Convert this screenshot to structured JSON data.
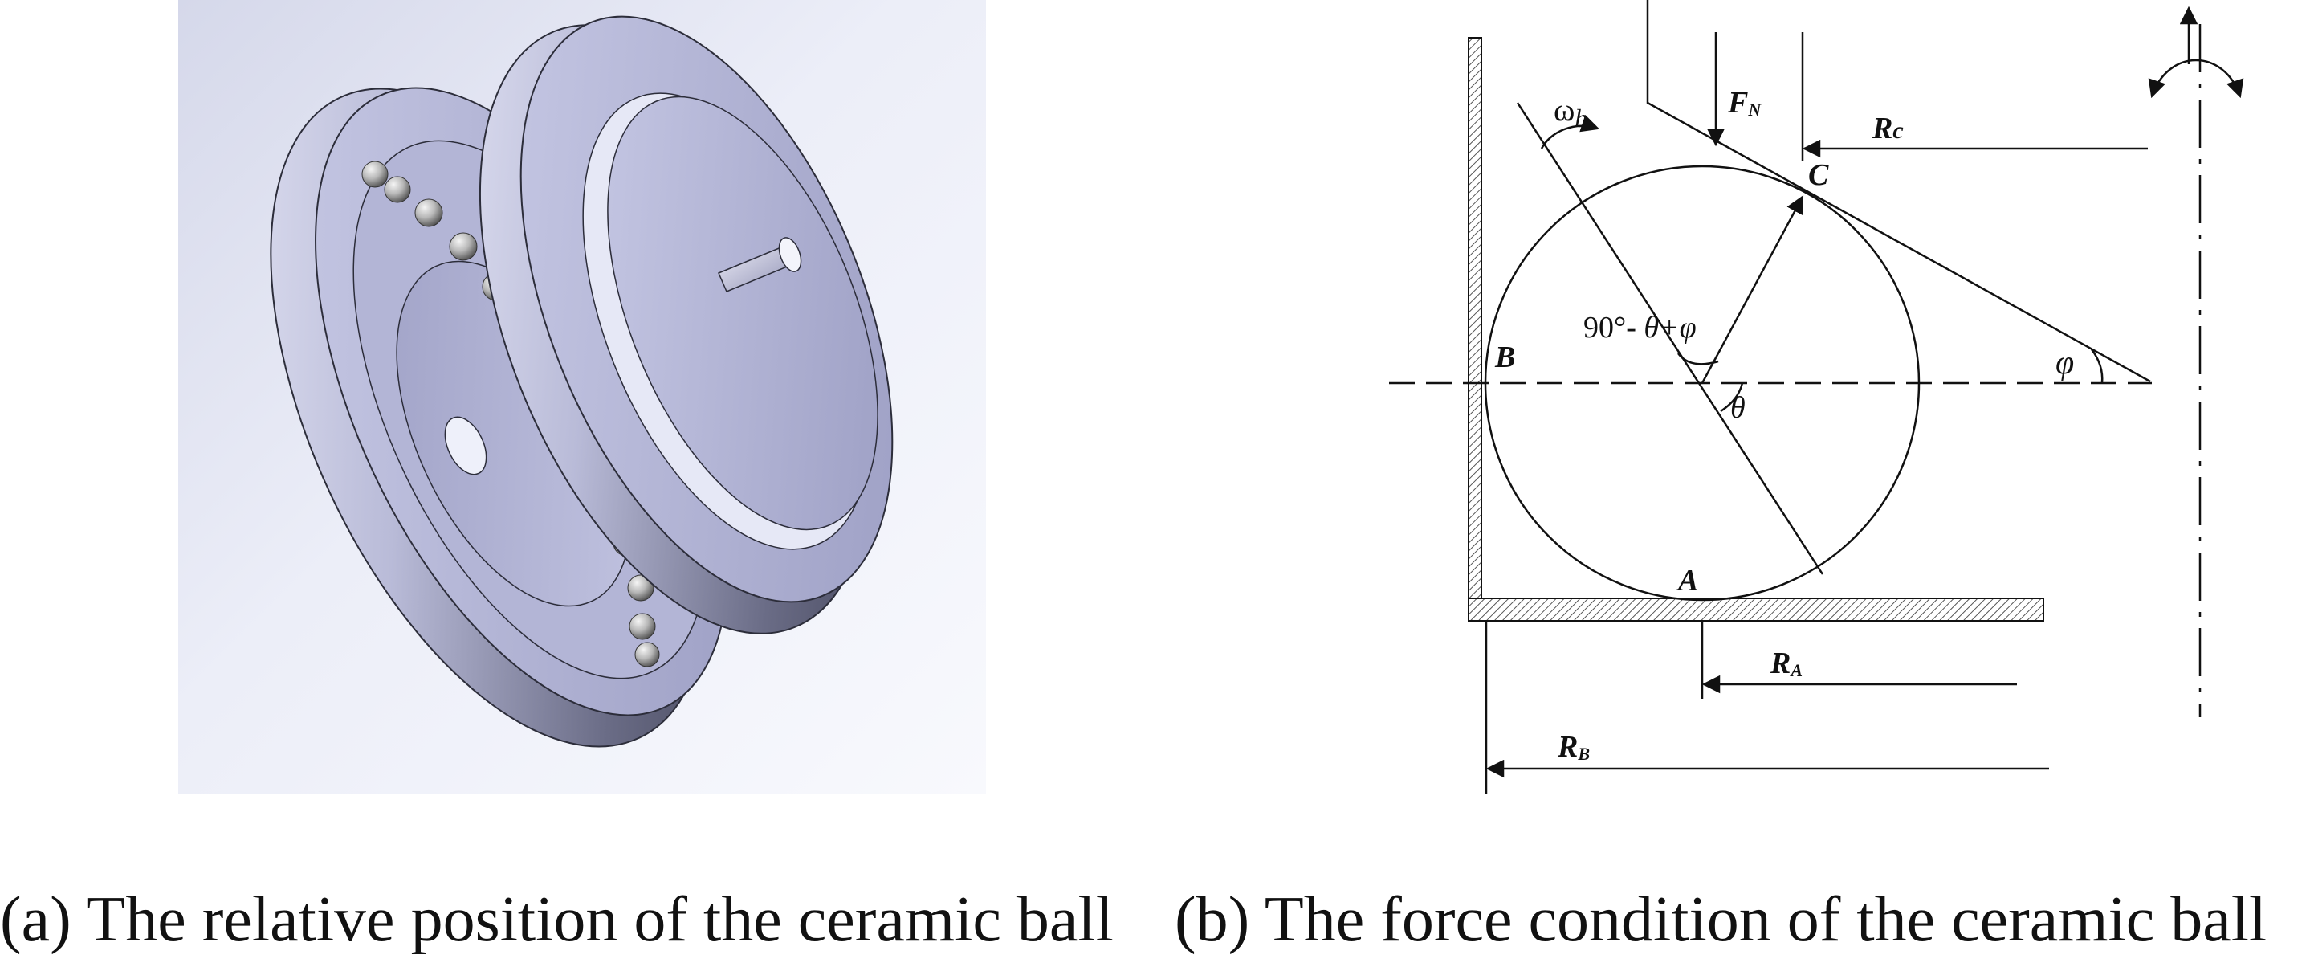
{
  "captions": {
    "a": "(a) The relative position of the ceramic ball",
    "b": "(b) The force condition of the ceramic ball"
  },
  "diagram": {
    "points": {
      "A": "A",
      "B": "B",
      "C": "C"
    },
    "force": {
      "main": "F",
      "sub": "N"
    },
    "radii": {
      "rc": {
        "main": "R",
        "sub": "c"
      },
      "ra": {
        "main": "R",
        "sub": "A"
      },
      "rb": {
        "main": "R",
        "sub": "B"
      }
    },
    "omega": {
      "main": "ω",
      "sub": "b"
    },
    "angle_expr": {
      "head": "90°- ",
      "tail": "θ+φ"
    },
    "theta": "θ",
    "phi": "φ"
  },
  "colors": {
    "line": "#111111",
    "hatch": "#555555",
    "ball_light": "#f2f2f2",
    "ball_dark": "#5a5a5a",
    "disk_light": "#dfe0f2",
    "disk_mid": "#a6a8cc",
    "disk_dark": "#3c3d52",
    "bg_light": "#f4f5fb",
    "bg_dark": "#d4d7e8"
  }
}
